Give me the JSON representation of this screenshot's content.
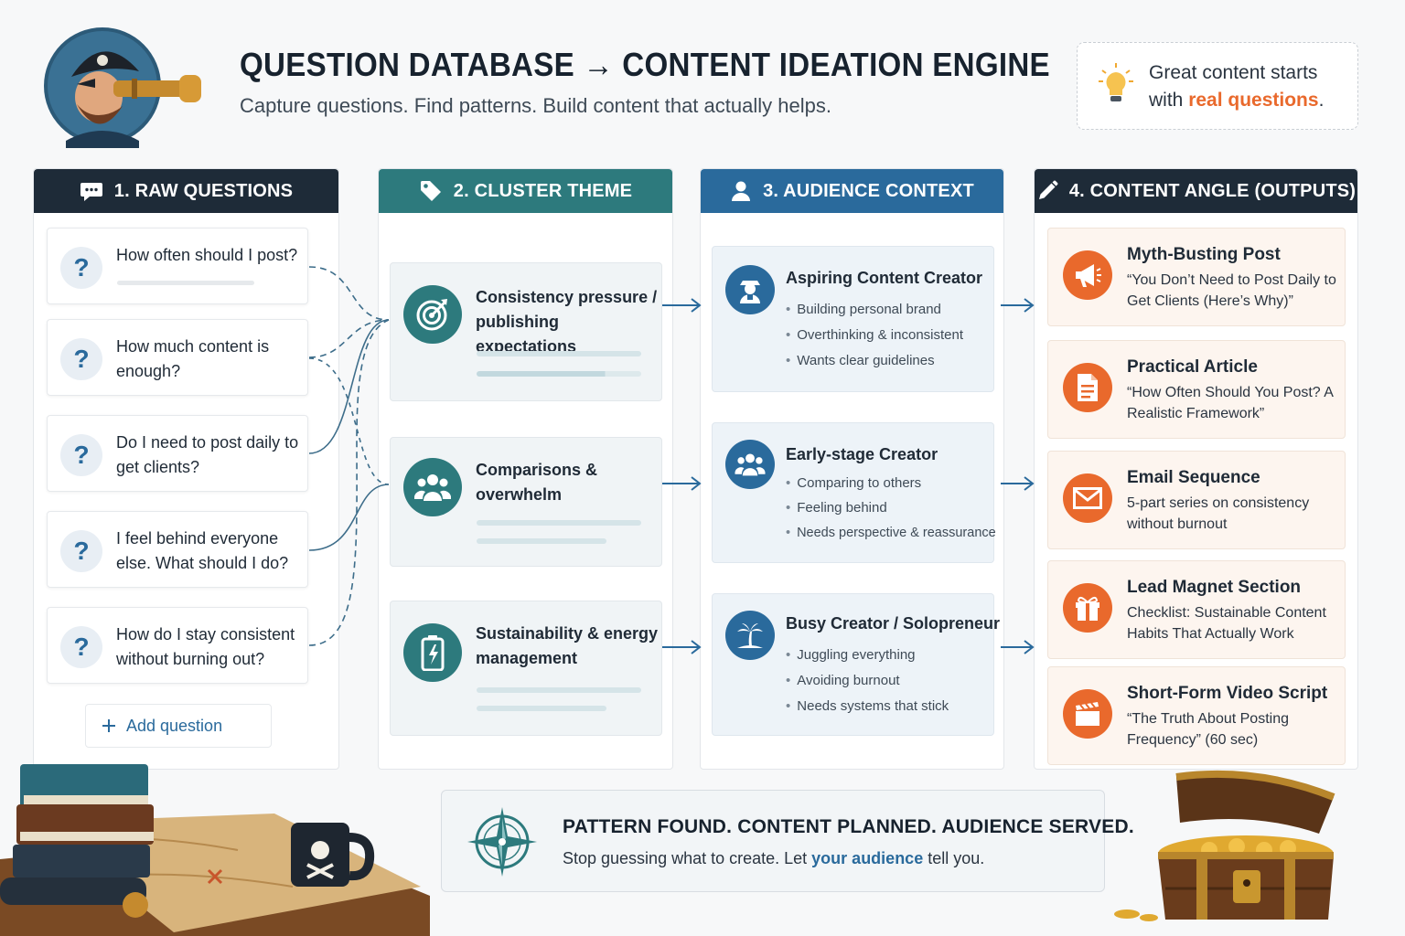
{
  "header": {
    "title": "QUESTION DATABASE → CONTENT IDEATION ENGINE",
    "subtitle": "Capture questions. Find patterns. Build content that actually helps.",
    "tip": {
      "line1": "Great content starts",
      "line2_prefix": "with ",
      "line2_highlight": "real questions",
      "line2_suffix": "."
    }
  },
  "columns": {
    "raw": {
      "title": "1. RAW QUESTIONS",
      "questions": [
        {
          "mark": "?",
          "text": "How often should I post?"
        },
        {
          "mark": "?",
          "text": "How much content is enough?"
        },
        {
          "mark": "?",
          "text": "Do I need to post daily to get clients?"
        },
        {
          "mark": "?",
          "text": "I feel behind everyone else. What should I do?"
        },
        {
          "mark": "?",
          "text": "How do I stay consistent without burning out?"
        }
      ],
      "add_label": "Add question"
    },
    "cluster": {
      "title": "2. CLUSTER THEME",
      "themes": [
        {
          "text": "Consistency pressure / publishing expectations",
          "icon": "target-icon"
        },
        {
          "text": "Comparisons & overwhelm",
          "icon": "group-icon"
        },
        {
          "text": "Sustainability & energy management",
          "icon": "battery-icon"
        }
      ]
    },
    "audience": {
      "title": "3. AUDIENCE CONTEXT",
      "segments": [
        {
          "title": "Aspiring Content Creator",
          "icon": "creator-icon",
          "bullets": [
            "Building personal brand",
            "Overthinking & inconsistent",
            "Wants clear guidelines"
          ]
        },
        {
          "title": "Early-stage Creator",
          "icon": "group-icon",
          "bullets": [
            "Comparing to others",
            "Feeling behind",
            "Needs perspective & reassurance"
          ]
        },
        {
          "title": "Busy Creator / Solopreneur",
          "icon": "island-icon",
          "bullets": [
            "Juggling everything",
            "Avoiding burnout",
            "Needs systems that stick"
          ]
        }
      ]
    },
    "outputs": {
      "title": "4. CONTENT ANGLE (OUTPUTS)",
      "items": [
        {
          "title": "Myth-Busting Post",
          "text": "“You Don’t Need to Post Daily to Get Clients (Here’s Why)”",
          "icon": "megaphone-icon"
        },
        {
          "title": "Practical Article",
          "text": "“How Often Should You Post? A Realistic Framework”",
          "icon": "document-icon"
        },
        {
          "title": "Email Sequence",
          "text": "5-part series on consistency without burnout",
          "icon": "envelope-icon"
        },
        {
          "title": "Lead Magnet Section",
          "text": "Checklist: Sustainable Content Habits That Actually Work",
          "icon": "gift-icon"
        },
        {
          "title": "Short-Form Video Script",
          "text": "“The Truth About Posting Frequency” (60 sec)",
          "icon": "clapper-icon"
        }
      ]
    }
  },
  "footer": {
    "title": "PATTERN FOUND. CONTENT PLANNED. AUDIENCE SERVED.",
    "sub_prefix": "Stop guessing what to create. Let ",
    "sub_highlight": "your audience",
    "sub_suffix": " tell you."
  },
  "colors": {
    "dark": "#1e2b38",
    "teal": "#2d7a7d",
    "blue": "#2a6a9c",
    "orange": "#e9692c"
  }
}
